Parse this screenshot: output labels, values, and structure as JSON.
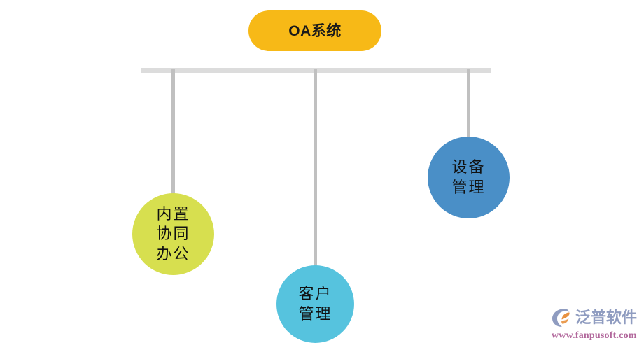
{
  "diagram": {
    "title": "OA系统",
    "root": {
      "label": "OA系统",
      "fill_color": "#f7b917",
      "text_color": "#1a1a1a",
      "shape": "rounded-pill"
    },
    "trunk": {
      "color": "#dcdcdc",
      "connector_color": "#c0c0c0",
      "branch_count": 3
    },
    "nodes": [
      {
        "id": "internal-office",
        "lines": [
          "内置",
          "协同",
          "办公"
        ],
        "line1": "内置",
        "line2": "协同",
        "line3": "办公",
        "fill_color": "#d7df4f",
        "text_color": "#111111",
        "shape": "circle"
      },
      {
        "id": "customer-mgmt",
        "lines": [
          "客户",
          "管理"
        ],
        "line1": "客户",
        "line2": "管理",
        "fill_color": "#56c3de",
        "text_color": "#111111",
        "shape": "circle"
      },
      {
        "id": "equipment-mgmt",
        "lines": [
          "设备",
          "管理"
        ],
        "line1": "设备",
        "line2": "管理",
        "fill_color": "#4a8fc7",
        "text_color": "#111111",
        "shape": "circle"
      }
    ]
  },
  "watermark": {
    "brand": "泛普软件",
    "url": "www.fanpusoft.com",
    "icon": "fanpu-logo-icon",
    "brand_color": "#8f9cc0",
    "url_color": "#b2689c",
    "accent_color": "#e8913f"
  }
}
